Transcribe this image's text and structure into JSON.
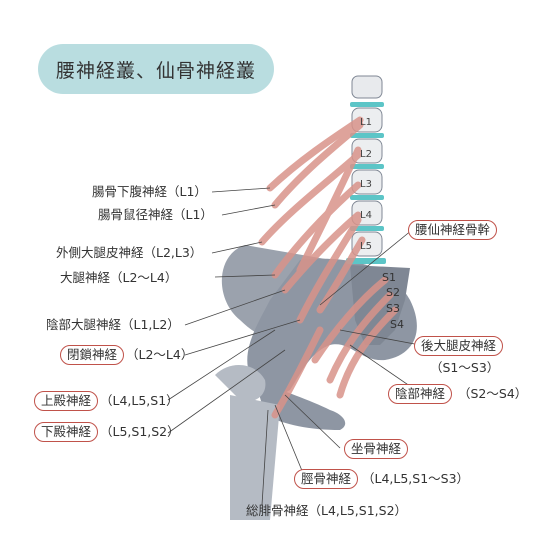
{
  "title": "腰神経叢、仙骨神経叢",
  "vertebrae": [
    "L1",
    "L2",
    "L3",
    "L4",
    "L5"
  ],
  "sacral_segments": [
    "S1",
    "S2",
    "S3",
    "S4"
  ],
  "labels": {
    "iliohypogastric": "腸骨下腹神経（L1）",
    "ilioinguinal": "腸骨鼠径神経（L1）",
    "lateral_femoral_cutaneous": "外側大腿皮神経（L2,L3）",
    "femoral": "大腿神経（L2〜L4）",
    "genitofemoral": "陰部大腿神経（L1,L2）",
    "obturator_name": "閉鎖神経",
    "obturator_roots": "（L2〜L4）",
    "superior_gluteal_name": "上殿神経",
    "superior_gluteal_roots": "（L4,L5,S1）",
    "inferior_gluteal_name": "下殿神経",
    "inferior_gluteal_roots": "（L5,S1,S2）",
    "lumbosacral_trunk": "腰仙神経骨幹",
    "posterior_femoral_cutaneous": "後大腿皮神経",
    "posterior_femoral_cutaneous_roots": "（S1〜S3）",
    "pudendal_name": "陰部神経",
    "pudendal_roots": "（S2〜S4）",
    "sciatic": "坐骨神経",
    "tibial_name": "脛骨神経",
    "tibial_roots": "（L4,L5,S1〜S3）",
    "common_peroneal": "総腓骨神経（L4,L5,S1,S2）"
  },
  "colors": {
    "bone": "#8e96a3",
    "bone_light": "#b5bbc4",
    "nerve": "#d9938a",
    "disc": "#5cc5c7",
    "circle": "#c0524a",
    "line": "#444444"
  }
}
